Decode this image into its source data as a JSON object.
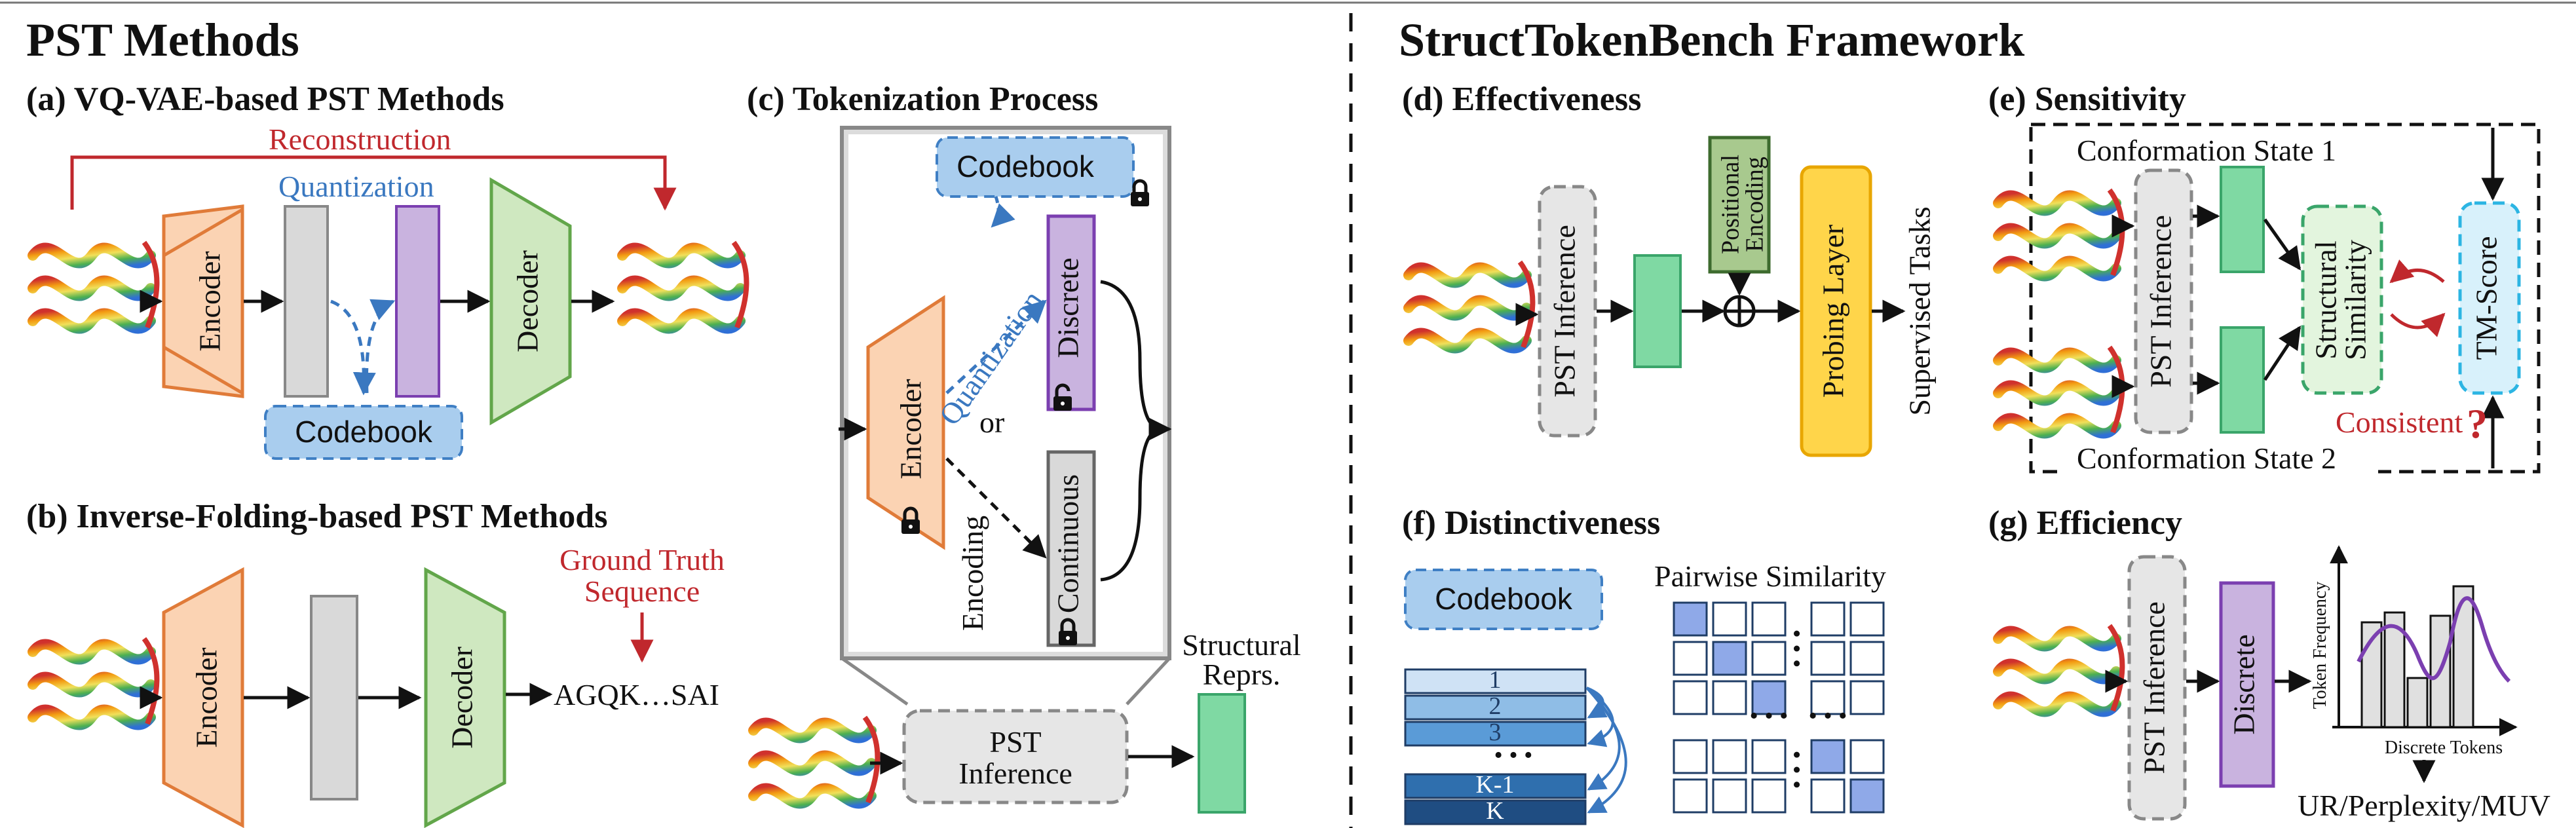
{
  "left_title": "PST Methods",
  "right_title": "StructTokenBench Framework",
  "panel_a": {
    "title": "(a) VQ-VAE-based PST Methods",
    "reconstruction": "Reconstruction",
    "quantization": "Quantization",
    "encoder": "Encoder",
    "decoder": "Decoder",
    "codebook": "Codebook"
  },
  "panel_b": {
    "title": "(b) Inverse-Folding-based PST Methods",
    "encoder": "Encoder",
    "decoder": "Decoder",
    "ground_truth_line1": "Ground Truth",
    "ground_truth_line2": "Sequence",
    "output_sequence": "AGQK…SAI"
  },
  "panel_c": {
    "title": "(c) Tokenization Process",
    "codebook": "Codebook",
    "encoder": "Encoder",
    "quantization": "Quantization",
    "encoding": "Encoding",
    "or": "or",
    "discrete": "Discrete",
    "continuous": "Continuous",
    "pst_inference_line1": "PST",
    "pst_inference_line2": "Inference",
    "structural_reprs_line1": "Structural",
    "structural_reprs_line2": "Reprs."
  },
  "panel_d": {
    "title": "(d) Effectiveness",
    "pst_inference": "PST Inference",
    "positional_line1": "Positional",
    "positional_line2": "Encoding",
    "probing_layer": "Probing Layer",
    "supervised_tasks": "Supervised Tasks"
  },
  "panel_e": {
    "title": "(e) Sensitivity",
    "state1": "Conformation State 1",
    "state2": "Conformation State 2",
    "pst_inference": "PST Inference",
    "structural_line1": "Structural",
    "structural_line2": "Similarity",
    "tm_score": "TM-Score",
    "consistent": "Consistent",
    "question": "?"
  },
  "panel_f": {
    "title": "(f) Distinctiveness",
    "codebook": "Codebook",
    "pairwise": "Pairwise Similarity",
    "codes": [
      "1",
      "2",
      "3",
      "K-1",
      "K"
    ],
    "dots": "• • •"
  },
  "panel_g": {
    "title": "(g) Efficiency",
    "pst_inference": "PST Inference",
    "discrete": "Discrete",
    "y_axis": "Token Frequency",
    "x_axis": "Discrete Tokens",
    "metrics": "UR/Perplexity/MUV"
  },
  "colors": {
    "encoder_fill": "#fbd3b3",
    "encoder_stroke": "#e07b39",
    "decoder_fill": "#cfe8c0",
    "decoder_stroke": "#62a64a",
    "codebook_fill": "#a9cdee",
    "codebook_stroke": "#3f7fc4",
    "latent_gray": "#d9d9d9",
    "discrete_fill": "#c9b3df",
    "discrete_stroke": "#7b3fb0",
    "repr_green": "#7fd9a3",
    "probing_fill": "#ffd54a",
    "probing_stroke": "#e8a600",
    "positional_fill": "#a8c98e",
    "tm_fill": "#d8f1fb",
    "tm_stroke": "#2cb5e3",
    "reconstruction_red": "#c0282d",
    "quantization_blue": "#3a78c0"
  }
}
